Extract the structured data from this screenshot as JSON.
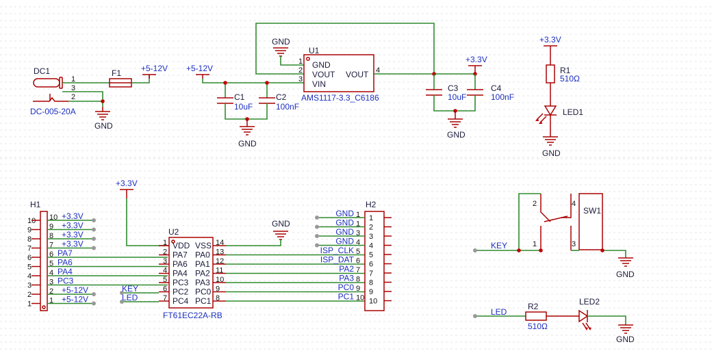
{
  "power_section": {
    "dc1": {
      "designator": "DC1",
      "part": "DC-005-20A",
      "pins": [
        "1",
        "3",
        "2"
      ]
    },
    "f1": {
      "designator": "F1"
    },
    "input_net": "+5-12V",
    "input_net_2": "+5-12V",
    "u1": {
      "designator": "U1",
      "part": "AMS1117-3.3_C6186",
      "pins": [
        "GND",
        "VOUT",
        "VIN",
        "VOUT"
      ],
      "pin_numbers": [
        "1",
        "2",
        "3",
        "4"
      ]
    },
    "c1": {
      "designator": "C1",
      "value": "10uF"
    },
    "c2": {
      "designator": "C2",
      "value": "100nF"
    },
    "c3": {
      "designator": "C3",
      "value": "10uF"
    },
    "c4": {
      "designator": "C4",
      "value": "100nF"
    },
    "output_net": "+3.3V",
    "gnd_labels": [
      "GND",
      "GND",
      "GND",
      "GND"
    ]
  },
  "led_power": {
    "net": "+3.3V",
    "r1": {
      "designator": "R1",
      "value": "510Ω"
    },
    "led1": {
      "designator": "LED1"
    },
    "gnd": "GND"
  },
  "h1": {
    "designator": "H1",
    "pin_numbers": [
      "10",
      "9",
      "8",
      "7",
      "6",
      "5",
      "4",
      "3",
      "2",
      "1"
    ],
    "wire_pin_numbers": [
      "10",
      "9",
      "8",
      "7",
      "6",
      "5",
      "4",
      "3",
      "2",
      "1"
    ],
    "nets": [
      "+3.3V",
      "+3.3V",
      "+3.3V",
      "+3.3V",
      "PA7",
      "PA6",
      "PA4",
      "PC3",
      "+5-12V",
      "+5-12V"
    ]
  },
  "u2": {
    "designator": "U2",
    "part": "FT61EC22A-RB",
    "supply_net": "+3.3V",
    "gnd": "GND",
    "left_pins": [
      "VDD",
      "PA7",
      "PA6",
      "PA4",
      "PC3",
      "PC2",
      "PC4"
    ],
    "left_numbers": [
      "1",
      "2",
      "3",
      "4",
      "5",
      "6",
      "7"
    ],
    "right_pins": [
      "VSS",
      "PA0",
      "PA1",
      "PA2",
      "PA3",
      "PC0",
      "PC1"
    ],
    "right_numbers": [
      "14",
      "13",
      "12",
      "11",
      "10",
      "9",
      "8"
    ],
    "left_nets": [
      "KEY",
      "LED"
    ]
  },
  "h2": {
    "designator": "H2",
    "pin_numbers": [
      "1",
      "2",
      "3",
      "4",
      "5",
      "6",
      "7",
      "8",
      "9",
      "10"
    ],
    "wire_pin_numbers": [
      "1",
      "1",
      "3",
      "4",
      "5",
      "6",
      "7",
      "8",
      "9",
      "10"
    ],
    "nets": [
      "GND",
      "GND",
      "GND",
      "GND",
      "ISP_CLK",
      "ISP_DAT",
      "PA2",
      "PA3",
      "PC0",
      "PC1"
    ]
  },
  "sw1": {
    "designator": "SW1",
    "net": "KEY",
    "pins": [
      "2",
      "1",
      "4",
      "3"
    ],
    "gnd": "GND"
  },
  "led_out": {
    "net": "LED",
    "r2": {
      "designator": "R2",
      "value": "510Ω"
    },
    "led2": {
      "designator": "LED2"
    },
    "gnd": "GND"
  }
}
